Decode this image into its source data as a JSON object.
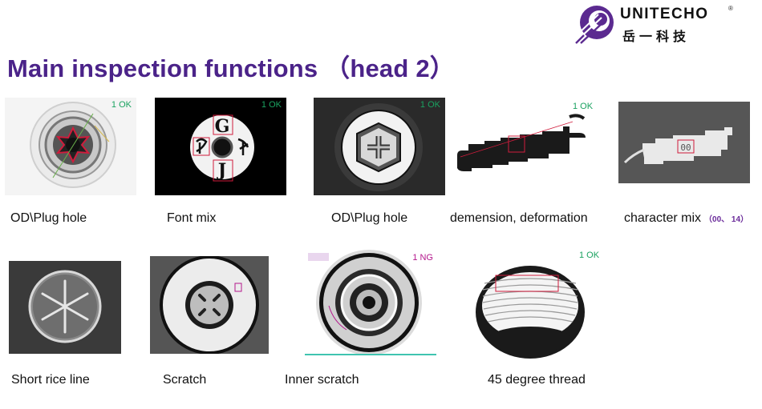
{
  "slide": {
    "title": "Main inspection functions  （head 2）"
  },
  "logo": {
    "name": "UNITECHO",
    "reg": "®",
    "chinese": "岳一科技"
  },
  "items": [
    {
      "caption": "OD\\Plug hole",
      "result": "1 OK",
      "status": "ok"
    },
    {
      "caption": "Font mix",
      "result": "1 OK",
      "status": "ok",
      "chars": [
        "G",
        "J"
      ]
    },
    {
      "caption": "OD\\Plug hole",
      "result": "1 OK",
      "status": "ok"
    },
    {
      "caption": "demension, deformation",
      "result": "1 OK",
      "status": "ok"
    },
    {
      "caption": "character mix",
      "caption_note": "（00、 14）",
      "result": "",
      "status": "",
      "chars": "00"
    },
    {
      "caption": "Short rice line",
      "result": "",
      "status": ""
    },
    {
      "caption": "Scratch",
      "result": "",
      "status": ""
    },
    {
      "caption": "Inner scratch",
      "result": "1 NG",
      "status": "ng"
    },
    {
      "caption": "45 degree thread",
      "result": "1 OK",
      "status": "ok"
    }
  ],
  "colors": {
    "title": "#4b2389",
    "ok": "#1aa260",
    "ng": "#b4178c",
    "logo": "#5b2a90"
  }
}
